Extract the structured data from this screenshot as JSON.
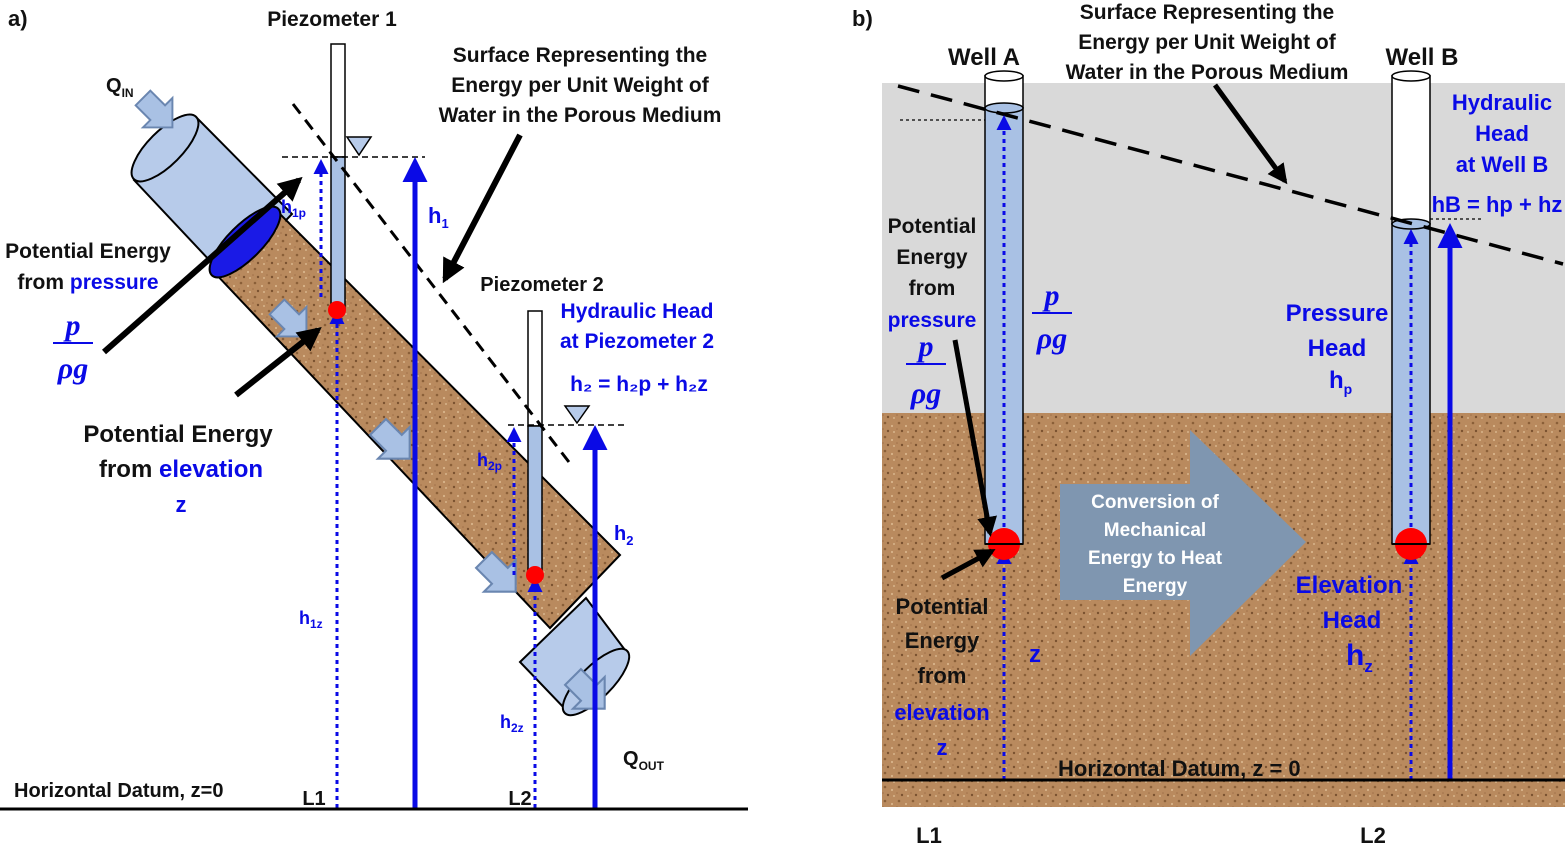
{
  "panel_a": {
    "tag": "a)",
    "piezometer_1": "Piezometer 1",
    "piezometer_2": "Piezometer 2",
    "surface_lines": [
      "Surface Representing the",
      "Energy per Unit Weight of",
      "Water in the Porous Medium"
    ],
    "q_in": {
      "main": "Q",
      "sub": "IN"
    },
    "q_out": {
      "main": "Q",
      "sub": "OUT"
    },
    "pe_pressure": {
      "line1": "Potential Energy",
      "line2_pre": "from ",
      "line2_em": "pressure"
    },
    "pe_elevation": {
      "line1": "Potential Energy",
      "line2_pre": "from ",
      "line2_em": "elevation",
      "line3": "z"
    },
    "p_over_rho_g": {
      "num": "p",
      "den": "ρg"
    },
    "hh_p2": {
      "line1": "Hydraulic Head",
      "line2": "at Piezometer 2"
    },
    "h2_eq": "h₂ = h₂p + h₂z",
    "h1p": {
      "main": "h",
      "sub": "1p"
    },
    "h1": {
      "main": "h",
      "sub": "1"
    },
    "h1z": {
      "main": "h",
      "sub": "1z"
    },
    "h2p": {
      "main": "h",
      "sub": "2p"
    },
    "h2": {
      "main": "h",
      "sub": "2"
    },
    "h2z": {
      "main": "h",
      "sub": "2z"
    },
    "datum": "Horizontal Datum, z=0",
    "l1": "L1",
    "l2": "L2"
  },
  "panel_b": {
    "tag": "b)",
    "well_a": "Well A",
    "well_b": "Well B",
    "surface_lines": [
      "Surface Representing the",
      "Energy per Unit Weight of",
      "Water in the Porous Medium"
    ],
    "pe_pressure": {
      "line1": "Potential",
      "line2": "Energy",
      "line3": "from",
      "line4_em": "pressure"
    },
    "p_over_rho_g": {
      "num": "p",
      "den": "ρg"
    },
    "p_over_rho_g_mid": {
      "num": "p",
      "den": "ρg"
    },
    "pe_elevation": {
      "line1": "Potential",
      "line2": "Energy",
      "line3": "from",
      "line4_em": "elevation",
      "line5": "z"
    },
    "z_label": "z",
    "conversion": [
      "Conversion of",
      "Mechanical",
      "Energy to Heat",
      "Energy"
    ],
    "hydraulic_head": [
      "Hydraulic",
      "Head",
      "at Well B"
    ],
    "hb_eq": "hB = hp + hz",
    "pressure_head": [
      "Pressure",
      "Head"
    ],
    "hp": {
      "main": "h",
      "sub": "p"
    },
    "elevation_head": [
      "Elevation",
      "Head"
    ],
    "hz": {
      "main": "h",
      "sub": "z"
    },
    "datum": "Horizontal Datum, z = 0",
    "l1": "L1",
    "l2": "L2"
  },
  "colors": {
    "head_blue": "#0a0ae6",
    "water_fill": "#aac3e6",
    "sand": "#b98a5e",
    "cap_blue": "#b7cbea",
    "marker_red": "#ff0000",
    "sky_grey": "#d9d9d9",
    "conversion_arrow": "#7f96b0"
  }
}
